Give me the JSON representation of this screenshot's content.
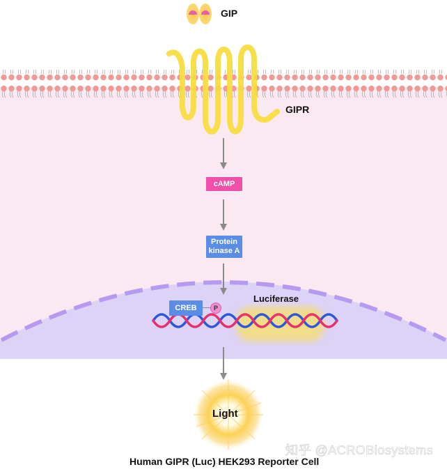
{
  "diagram": {
    "title": "Human GIPR (Luc) HEK293 Reporter Cell",
    "ligand": {
      "label": "GIP",
      "icon": "gip-peptide-icon"
    },
    "receptor": {
      "label": "GIPR",
      "icon": "seven-transmembrane-receptor-icon"
    },
    "pathway": [
      {
        "id": "camp",
        "label": "cAMP",
        "color": "#f050a8"
      },
      {
        "id": "pka",
        "label_line1": "Protein",
        "label_line2": "kinase A",
        "color": "#5a8ee6"
      },
      {
        "id": "creb",
        "label": "CREB",
        "color": "#5a8ee6"
      },
      {
        "id": "phospho",
        "label": "P",
        "color": "#f08cd0"
      }
    ],
    "gene": {
      "label": "Luciferase",
      "icon": "dna-helix-icon"
    },
    "output": {
      "label": "Light",
      "icon": "light-burst-icon"
    },
    "watermark": "知乎 @ACROBiosystems",
    "colors": {
      "cytoplasm": "#fbe9f2",
      "nucleus": "#ddd3f7",
      "nuclear_envelope": "#b59af0",
      "membrane_head": "#ef9a96",
      "receptor": "#f6dc3c",
      "arrow": "#8a8a8a",
      "dna_strand_a": "#2c58d8",
      "dna_strand_b": "#e8306c",
      "luciferase_glow": "#f6e070"
    }
  }
}
